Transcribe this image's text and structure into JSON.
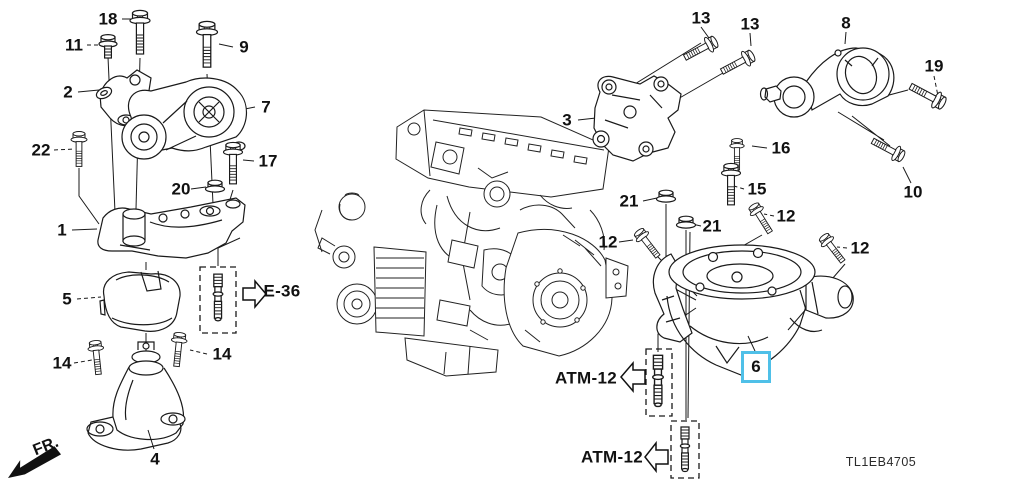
{
  "diagram": {
    "code": "TL1EB4705"
  },
  "colors": {
    "highlight": "#4fc0e8",
    "line": "#1a1a1a",
    "background": "#ffffff"
  },
  "refs": {
    "e36": "E-36",
    "atm12_upper": "ATM-12",
    "atm12_lower": "ATM-12",
    "front": "FR."
  },
  "callouts": [
    {
      "label": "18"
    },
    {
      "label": "11"
    },
    {
      "label": "9"
    },
    {
      "label": "2"
    },
    {
      "label": "7"
    },
    {
      "label": "22"
    },
    {
      "label": "17"
    },
    {
      "label": "20"
    },
    {
      "label": "1"
    },
    {
      "label": "5"
    },
    {
      "label": "14"
    },
    {
      "label": "14"
    },
    {
      "label": "4"
    },
    {
      "label": "13"
    },
    {
      "label": "13"
    },
    {
      "label": "8"
    },
    {
      "label": "19"
    },
    {
      "label": "3"
    },
    {
      "label": "16"
    },
    {
      "label": "15"
    },
    {
      "label": "10"
    },
    {
      "label": "21"
    },
    {
      "label": "21"
    },
    {
      "label": "12"
    },
    {
      "label": "12"
    },
    {
      "label": "12"
    },
    {
      "label": "6",
      "highlighted": true
    }
  ]
}
